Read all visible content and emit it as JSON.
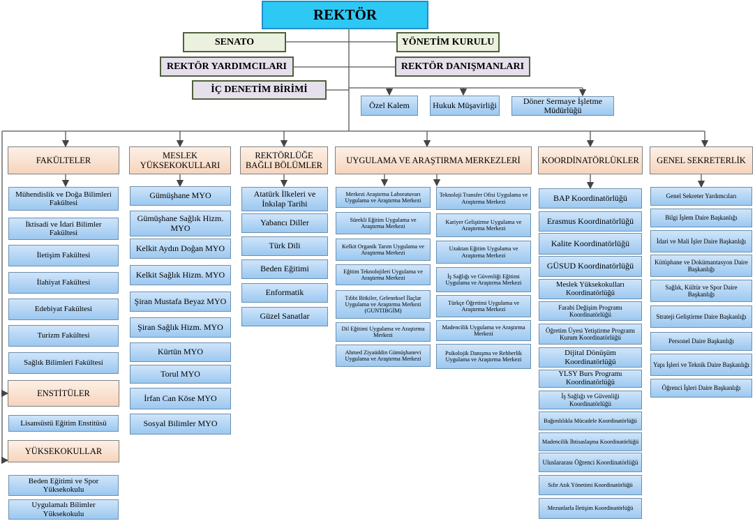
{
  "top": {
    "rektor": "REKTÖR",
    "senato": "SENATO",
    "yonetim_kurulu": "YÖNETİM KURULU",
    "rektor_yardimcilari": "REKTÖR YARDIMCILARI",
    "rektor_danismanlari": "REKTÖR DANIŞMANLARI",
    "ic_denetim": "İÇ DENETİM BİRİMİ",
    "ozel_kalem": "Özel Kalem",
    "hukuk": "Hukuk Müşavirliği",
    "doner": "Döner Sermaye İşletme Müdürlüğü"
  },
  "heads": {
    "fakulteler": "FAKÜLTELER",
    "myo": "MESLEK YÜKSEKOKULLARI",
    "bolumler": "REKTÖRLÜĞE BAĞLI BÖLÜMLER",
    "merkezler": "UYGULAMA VE ARAŞTIRMA MERKEZLERİ",
    "koord": "KOORDİNATÖRLÜKLER",
    "genel": "GENEL SEKRETERLİK",
    "enstituler": "ENSTİTÜLER",
    "yuksekokullar": "YÜKSEKOKULLAR"
  },
  "fakulteler": [
    "Mühendislik ve Doğa Bilimleri Fakültesi",
    "İktisadi ve İdari Bilimler Fakültesi",
    "İletişim Fakültesi",
    "İlahiyat Fakültesi",
    "Edebiyat Fakültesi",
    "Turizm Fakültesi",
    "Sağlık Bilimleri Fakültesi"
  ],
  "enstituler": [
    "Lisansüstü Eğitim Enstitüsü"
  ],
  "yuksekokullar": [
    "Beden Eğitimi ve Spor Yüksekokulu",
    "Uygulamalı Bilimler Yüksekokulu"
  ],
  "myo": [
    "Gümüşhane MYO",
    "Gümüşhane Sağlık Hizm. MYO",
    "Kelkit Aydın Doğan MYO",
    "Kelkit Sağlık Hizm. MYO",
    "Şiran Mustafa Beyaz MYO",
    "Şiran Sağlık Hizm. MYO",
    "Kürtün MYO",
    "Torul MYO",
    "İrfan Can Köse MYO",
    "Sosyal Bilimler MYO"
  ],
  "bolumler": [
    "Atatürk İlkeleri ve İnkılap Tarihi",
    "Yabancı Diller",
    "Türk Dili",
    "Beden Eğitimi",
    "Enformatik",
    "Güzel Sanatlar"
  ],
  "merkezler_sol": [
    "Merkezi Araştırma Laboratuvarı Uygulama ve Araştırma Merkezi",
    "Sürekli Eğitim Uygulama ve Araştırma Merkezi",
    "Kelkit Organik Tarım Uygulama ve Araştırma Merkezi",
    "Eğitim Teknolojileri Uygulama ve Araştırma Merkezi",
    "Tıbbi Bitkiler, Geleneksel İlaçlar Uygulama ve Araştırma Merkezi (GUNTIBGİM)",
    "Dil Eğitimi Uygulama ve Araştırma Merkezi",
    "Ahmed Ziyaüddin Gümüşhanevi Uygulama ve Araştırma Merkezi"
  ],
  "merkezler_sag": [
    "Teknoloji Transfer Ofisi Uygulama ve Araştırma Merkezi",
    "Kariyer Geliştirme Uygulama ve Araştırma Merkezi",
    "Uzaktan Eğitim Uygulama ve Araştırma Merkezi",
    "İş Sağlığı ve Güvenliği Eğitimi Uygulama ve Araştırma Merkezi",
    "Türkçe Öğretimi Uygulama ve Araştırma Merkezi",
    "Madencilik Uygulama ve Araştırma Merkezi",
    "Psikolojik Danışma ve Rehberlik Uygulama ve Araştırma Merkezi"
  ],
  "koord": [
    "BAP Koordinatörlüğü",
    "Erasmus Koordinatörlüğü",
    "Kalite Koordinatörlüğü",
    "GÜSUD Koordinatörlüğü",
    "Meslek Yüksekokulları Koordinatörlüğü",
    "Farabi Değişim Programı Koordinatörlüğü",
    "Öğretim Üyesi Yetiştirme Programı Kurum Koordinatörlüğü",
    "Dijital Dönüşüm Koordinatörlüğü",
    "YLSY Burs Programı Koordinatörlüğü",
    "İş Sağlığı ve Güvenliği Koordinatörlüğü",
    "Bağımlılıkla Mücadele Koordinatörlüğü",
    "Madencilik İhtisaslaşma Koordinatörlüğü",
    "Uluslararası Öğrenci Koordinatörlüğü",
    "Sıfır Atık Yönetimi Koordinatörlüğü",
    "Mezunlarla İletişim Koordinatörlüğü"
  ],
  "genel": [
    "Genel Sekreter Yardımcıları",
    "Bilgi İşlem Daire Başkanlığı",
    "İdari ve Mali İşler Daire Başkanlığı",
    "Kütüphane ve Dokümantasyon Daire Başkanlığı",
    "Sağlık, Kültür ve Spor Daire Başkanlığı",
    "Strateji Geliştirme Daire Başkanlığı",
    "Personel Daire Başkanlığı",
    "Yapı İşleri ve Teknik Daire Başkanlığı",
    "Öğrenci İşleri Daire Başkanlığı"
  ]
}
